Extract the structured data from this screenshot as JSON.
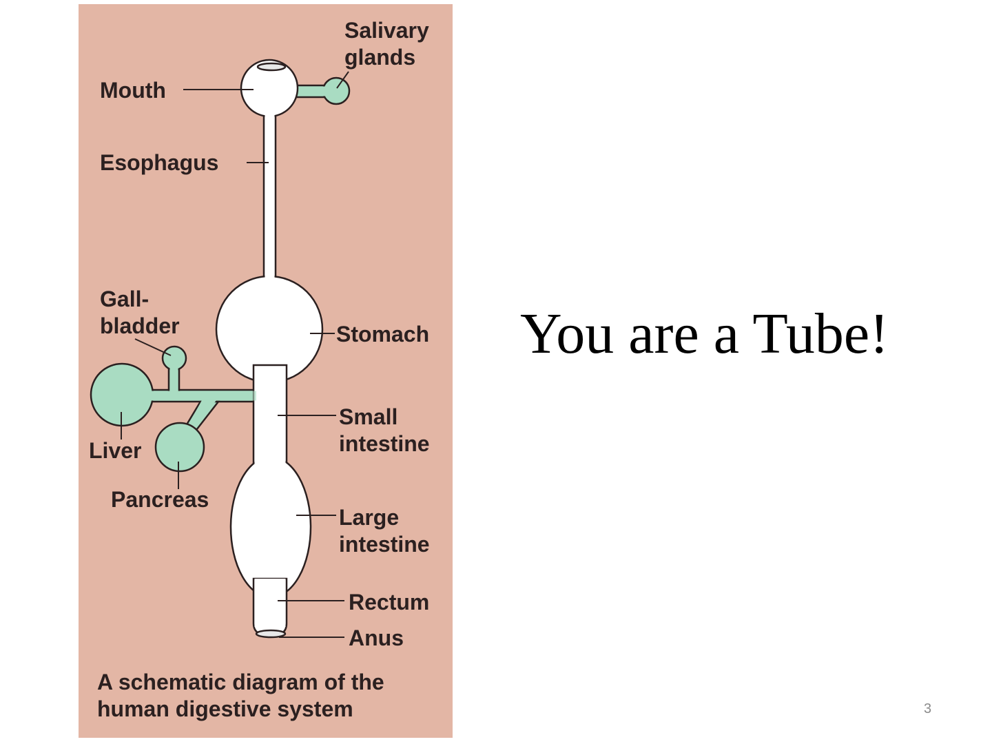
{
  "slide": {
    "title": "You are a Tube!",
    "page_number": "3"
  },
  "diagram": {
    "labels": {
      "salivary_1": "Salivary",
      "salivary_2": "glands",
      "mouth": "Mouth",
      "esophagus": "Esophagus",
      "gall_1": "Gall-",
      "gall_2": "bladder",
      "stomach": "Stomach",
      "small_1": "Small",
      "small_2": "intestine",
      "liver": "Liver",
      "pancreas": "Pancreas",
      "large_1": "Large",
      "large_2": "intestine",
      "rectum": "Rectum",
      "anus": "Anus"
    },
    "caption_1": "A schematic diagram of the",
    "caption_2": "human digestive system",
    "colors": {
      "background": "#e3b6a5",
      "gland": "#a9dcc2",
      "tube": "#ffffff",
      "outline": "#2b2020"
    }
  }
}
